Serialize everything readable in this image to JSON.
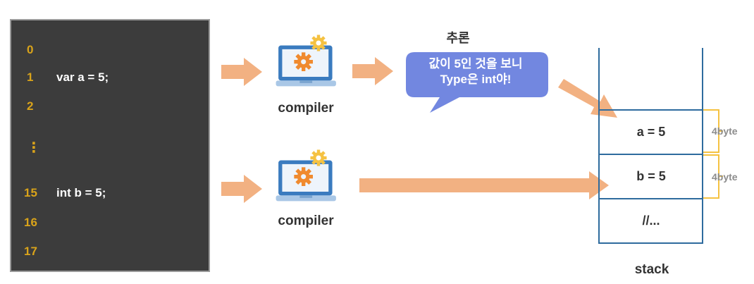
{
  "code": {
    "lines": [
      {
        "num": "0",
        "text": ""
      },
      {
        "num": "1",
        "text": "var a = 5;"
      },
      {
        "num": "2",
        "text": ""
      },
      {
        "num": "⋮",
        "text": ""
      },
      {
        "num": "15",
        "text": "int b = 5;"
      },
      {
        "num": "16",
        "text": ""
      },
      {
        "num": "17",
        "text": ""
      }
    ]
  },
  "compiler_top": {
    "label": "compiler",
    "icon": "laptop-gear-icon"
  },
  "compiler_bottom": {
    "label": "compiler",
    "icon": "laptop-gear-icon"
  },
  "inference": {
    "title": "추론",
    "line1": "값이 5인 것을 보니",
    "line2": "Type은 int야!"
  },
  "stack": {
    "cells": [
      "a = 5",
      "b = 5",
      "//..."
    ],
    "sizes": [
      "4byte",
      "4byte"
    ],
    "label": "stack"
  },
  "colors": {
    "arrow": "#f2b182",
    "code_bg": "#3c3c3c",
    "line_number": "#d9a31a",
    "bubble": "#7287e0",
    "stack_border": "#2e6b9e",
    "bracket": "#f5c242"
  }
}
